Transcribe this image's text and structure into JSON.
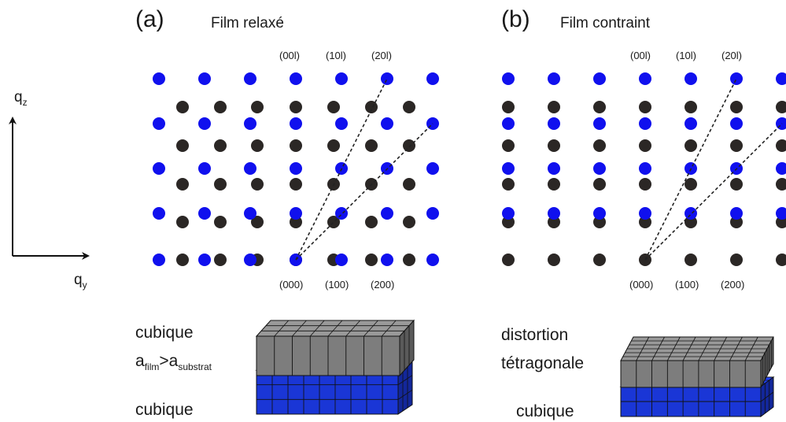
{
  "panels": [
    {
      "letter": "(a)",
      "title": "Film relaxé",
      "reflections_top": [
        "(00l)",
        "(10l)",
        "(20l)"
      ],
      "reflections_bottom": [
        "(000)",
        "(100)",
        "(200)"
      ],
      "film_caption": "cubique",
      "lattice_relation": {
        "a": "a",
        "film_sub": "film",
        "gt": ">",
        "a2": "a",
        "substrat_sub": "substrat"
      },
      "substrate_caption": "cubique"
    },
    {
      "letter": "(b)",
      "title": "Film contraint",
      "reflections_top": [
        "(00l)",
        "(10l)",
        "(20l)"
      ],
      "reflections_bottom": [
        "(000)",
        "(100)",
        "(200)"
      ],
      "film_caption_line1": "distortion",
      "film_caption_line2": "tétragonale",
      "substrate_caption": "cubique"
    }
  ],
  "axes": {
    "vertical": {
      "base": "q",
      "sub": "z"
    },
    "horizontal": {
      "base": "q",
      "sub": "y"
    }
  },
  "colors": {
    "substrate_spot": "#1010ee",
    "film_spot": "#2b2725",
    "film_block": "#7d7d7d",
    "substrate_block": "#1a36d6",
    "axis": "#111111",
    "guide_line": "#222222"
  }
}
